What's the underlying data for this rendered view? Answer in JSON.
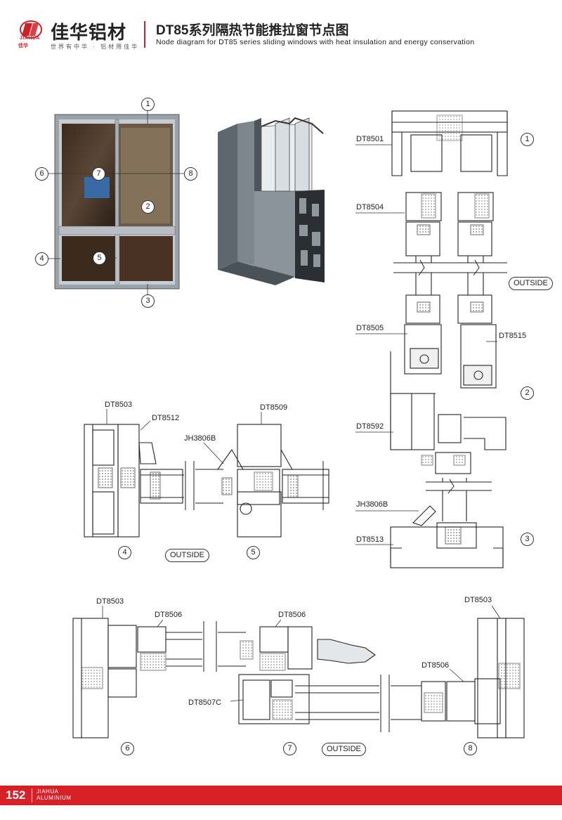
{
  "header": {
    "brand_cn": "佳华铝材",
    "logo_en": "JIAHUA",
    "logo_sub": "佳华",
    "slogan": "世界有中华 · 铝材用佳华",
    "title_cn": "DT85系列隔热节能推拉窗节点图",
    "title_en": "Node diagram for DT85 series sliding windows with heat insulation and energy conservation"
  },
  "window_callouts": [
    "1",
    "2",
    "3",
    "4",
    "5",
    "6",
    "7",
    "8"
  ],
  "vertical_section": {
    "labels": [
      "DT8501",
      "DT8504",
      "DT8505",
      "DT8515",
      "DT8592",
      "JH3806B",
      "DT8513"
    ],
    "outside": "OUTSIDE",
    "callouts": [
      "1",
      "2",
      "3"
    ]
  },
  "section_45": {
    "labels": [
      "DT8503",
      "DT8512",
      "DT8509",
      "JH3806B"
    ],
    "outside": "OUTSIDE",
    "callouts": [
      "4",
      "5"
    ]
  },
  "section_678": {
    "labels": [
      "DT8503",
      "DT8506",
      "DT8506",
      "DT8503",
      "DT8506",
      "DT8507C"
    ],
    "outside": "OUTSIDE",
    "callouts": [
      "6",
      "7",
      "8"
    ]
  },
  "footer": {
    "page": "152",
    "brand_line1": "JIAHUA",
    "brand_line2": "ALUMINIUM"
  },
  "colors": {
    "accent": "#d82027",
    "line": "#333333",
    "frame": "#8a9299"
  }
}
